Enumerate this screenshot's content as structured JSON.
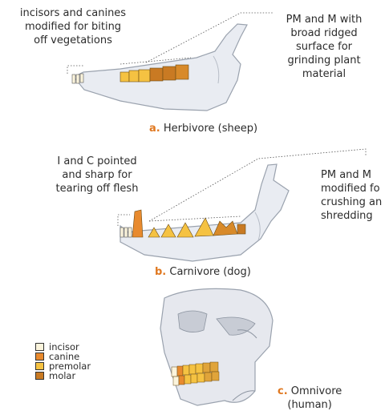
{
  "herbivore": {
    "incisor_note": "incisors and canines\nmodified for biting\noff vegetations",
    "molar_note": "PM and M with\nbroad ridged\nsurface for\ngrinding plant\nmaterial",
    "caption_letter": "a.",
    "caption_text": "Herbivore (sheep)"
  },
  "carnivore": {
    "incisor_note": "I and C pointed\nand sharp for\ntearing off flesh",
    "molar_note": "PM and M\nmodified fo\ncrushing an\nshredding",
    "caption_letter": "b.",
    "caption_text": "Carnivore (dog)"
  },
  "omnivore": {
    "caption_letter": "c.",
    "caption_text": "Omnivore\n(human)"
  },
  "legend": [
    {
      "label": "incisor",
      "color": "#fbf4dc"
    },
    {
      "label": "canine",
      "color": "#e88a2e"
    },
    {
      "label": "premolar",
      "color": "#f5c242"
    },
    {
      "label": "molar",
      "color": "#c97a23"
    }
  ],
  "colors": {
    "accent": "#e07820",
    "bone": "#e9ecf2",
    "bone_stroke": "#9aa2ae"
  }
}
